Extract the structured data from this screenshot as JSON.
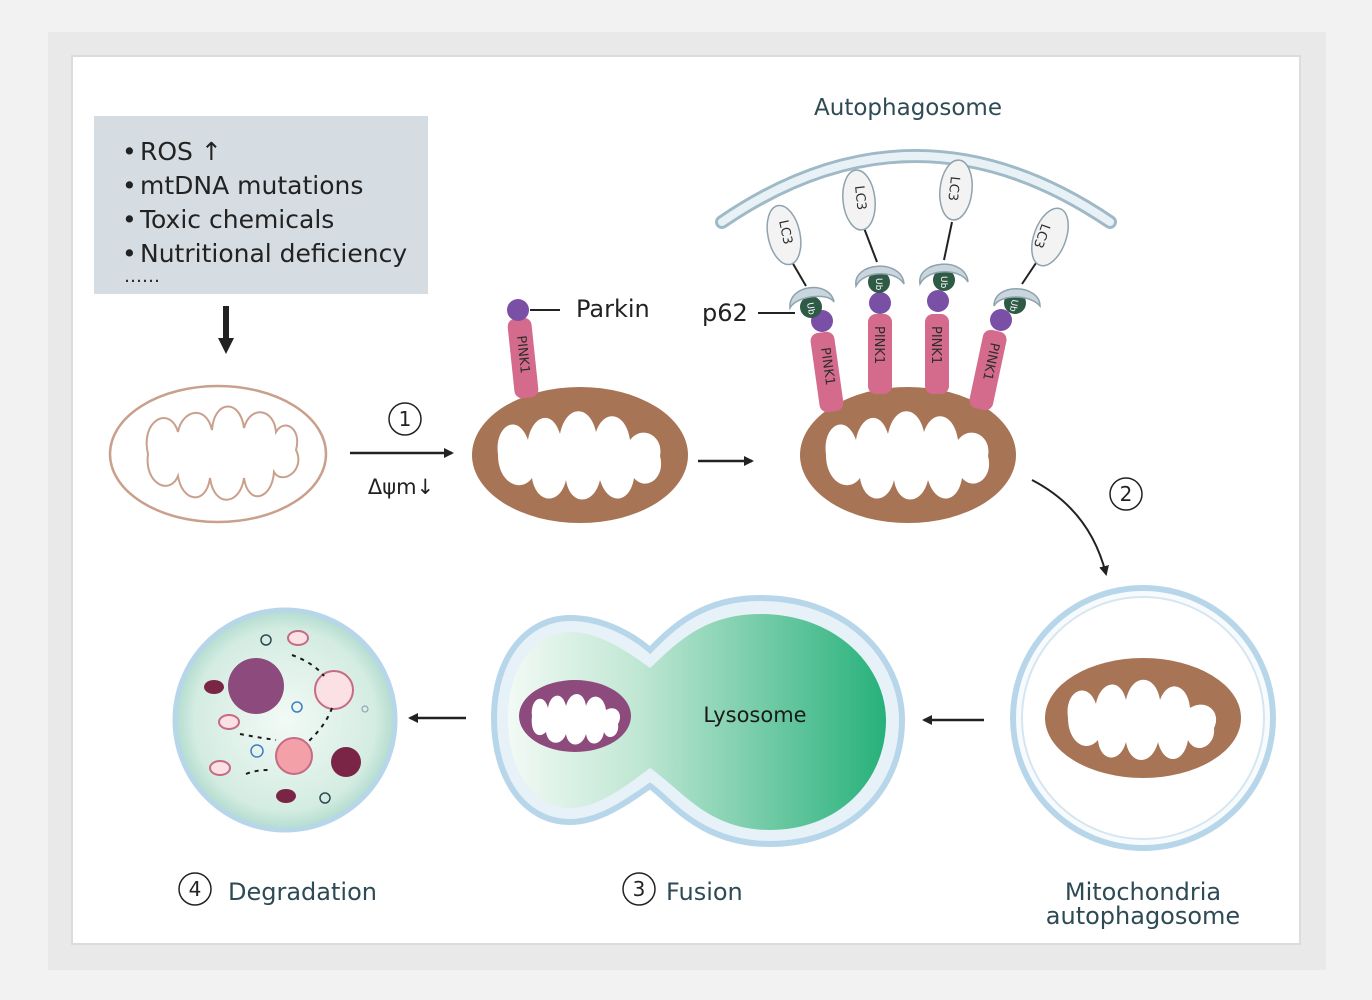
{
  "triggers": {
    "items": [
      "ROS ↑",
      "mtDNA mutations",
      "Toxic chemicals",
      "Nutritional deficiency"
    ],
    "more": "……"
  },
  "labels": {
    "autophagosome": "Autophagosome",
    "parkin": "Parkin",
    "p62": "p62",
    "pink1": "PINK1",
    "lc3": "LC3",
    "ub": "Ub",
    "lysosome": "Lysosome",
    "delta_psi": "Δψm↓",
    "mito_autophagosome_line1": "Mitochondria",
    "mito_autophagosome_line2": "autophagosome"
  },
  "steps": {
    "step1": {
      "number": "1"
    },
    "step2": {
      "number": "2"
    },
    "step3": {
      "number": "3",
      "label": "Fusion"
    },
    "step4": {
      "number": "4",
      "label": "Degradation"
    }
  },
  "colors": {
    "mito_brown": "#a87456",
    "mito_pale": "#c9a08c",
    "pink1": "#d46a8c",
    "parkin": "#7a4fa6",
    "lc3_fill": "#f3f3f3",
    "ub_dark": "#2f5a45",
    "lysosome_green": "#27b17a",
    "membrane_blue": "#b8d6ea",
    "text_dark": "#222222",
    "text_teal": "#2d4a55",
    "trigger_box": "#d6dde2",
    "degrade_purple": "#8c4b7c",
    "degrade_dark": "#7a2545",
    "degrade_pink": "#f4a0a8"
  }
}
